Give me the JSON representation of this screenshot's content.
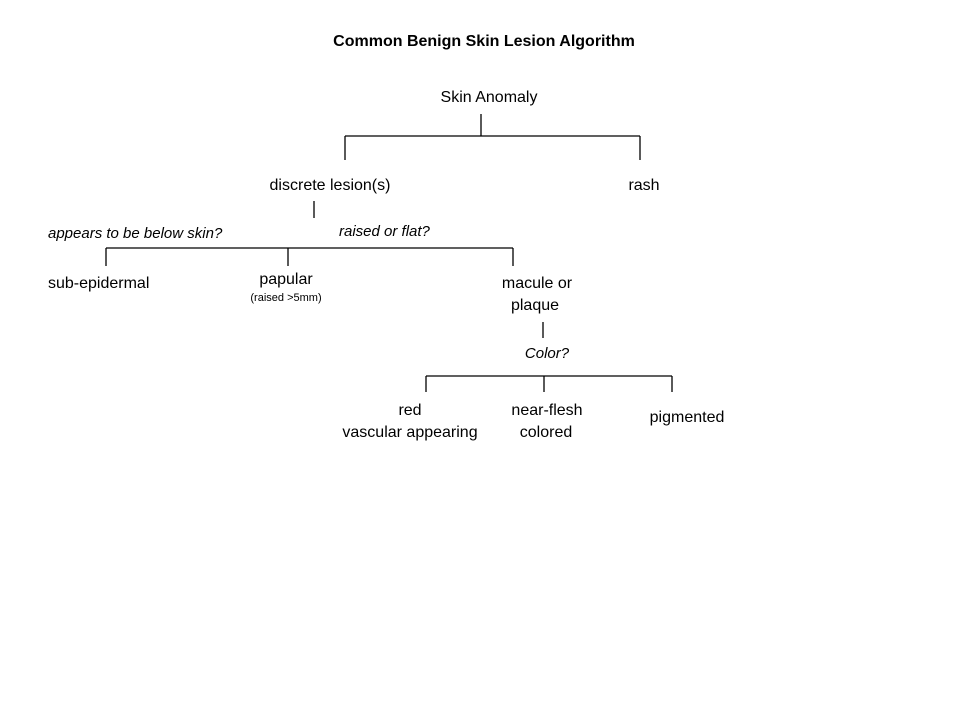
{
  "title": "Common Benign Skin Lesion Algorithm",
  "nodes": {
    "root": "Skin Anomaly",
    "discrete": "discrete lesion(s)",
    "rash": "rash",
    "sub_epidermal": "sub-epidermal",
    "papular": "papular",
    "papular_note": "(raised >5mm)",
    "macule_line1": "macule or",
    "macule_line2": "plaque",
    "red_line1": "red",
    "red_line2": "vascular appearing",
    "flesh_line1": "near-flesh",
    "flesh_line2": "colored",
    "pigmented": "pigmented"
  },
  "questions": {
    "below_skin": "appears to be below skin?",
    "raised_flat": "raised or flat?",
    "color": "Color?"
  }
}
